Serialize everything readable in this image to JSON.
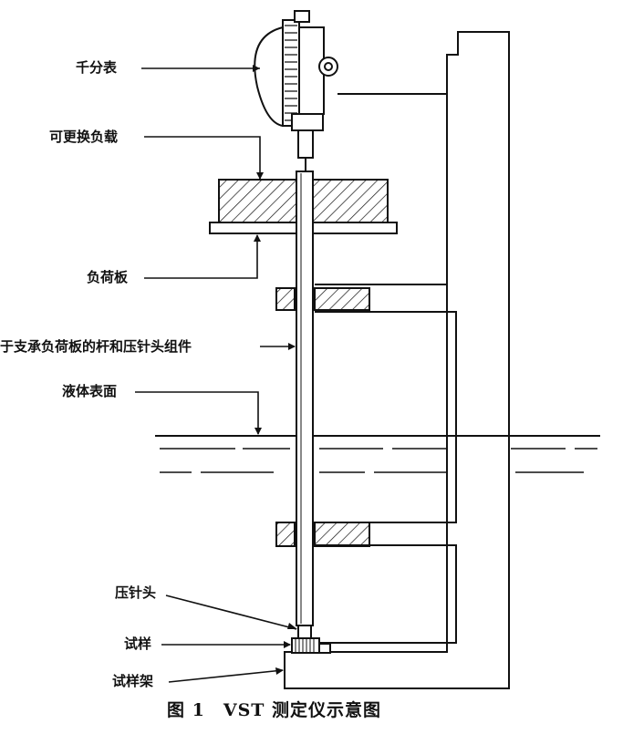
{
  "labels": {
    "dial_gauge": "千分表",
    "load": "可更换负载",
    "load_plate": "负荷板",
    "rod_assembly": "于支承负荷板的杆和压针头组件",
    "liquid_surface": "液体表面",
    "indenter": "压针头",
    "specimen": "试样",
    "specimen_holder": "试样架"
  },
  "caption": "图 1　VST 测定仪示意图"
}
